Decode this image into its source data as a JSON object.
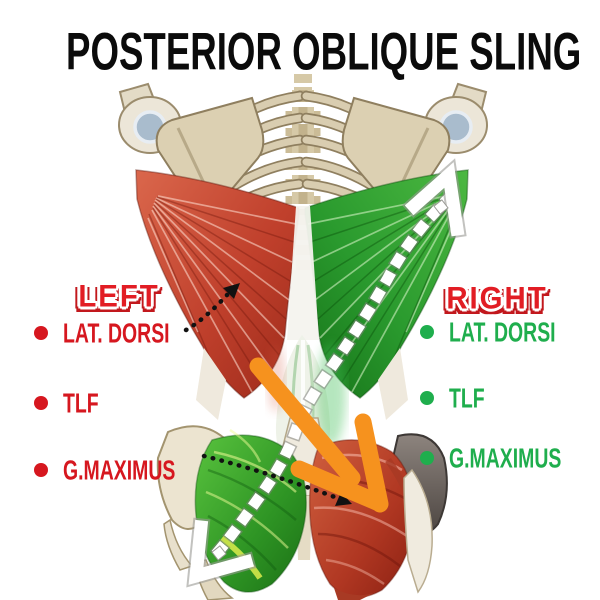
{
  "title": "POSTERIOR OBLIQUE SLING",
  "left_panel": {
    "heading": "LEFT",
    "items": [
      "LAT. DORSI",
      "TLF",
      "G.MAXIMUS"
    ]
  },
  "right_panel": {
    "heading": "RIGHT",
    "items": [
      "LAT. DORSI",
      "TLF",
      "G.MAXIMUS"
    ]
  },
  "colors": {
    "left_text": "#d6171f",
    "right_text": "#1fae4d",
    "heading_fill": "#e21d24",
    "orange_arrow": "#f6921e",
    "left_lat_muscle": "#b93a26",
    "right_lat_muscle": "#2a9a2e",
    "left_glute_muscle": "#3fae2a",
    "right_glute_muscle": "#b5321f",
    "bone": "#d9cdb0"
  }
}
